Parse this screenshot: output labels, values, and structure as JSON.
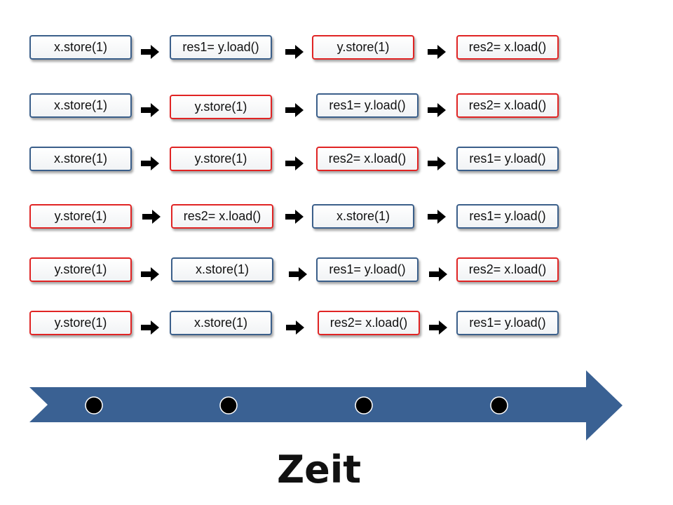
{
  "colors": {
    "red": "#e02424",
    "blue": "#3b5f8a",
    "arrow_band": "#3a6193"
  },
  "rows": [
    {
      "boxes": [
        {
          "label": "x.store(1)",
          "color": "blue"
        },
        {
          "label": "res1= y.load()",
          "color": "blue"
        },
        {
          "label": "y.store(1)",
          "color": "red"
        },
        {
          "label": "res2= x.load()",
          "color": "red"
        }
      ]
    },
    {
      "boxes": [
        {
          "label": "x.store(1)",
          "color": "blue"
        },
        {
          "label": "y.store(1)",
          "color": "red"
        },
        {
          "label": "res1= y.load()",
          "color": "blue"
        },
        {
          "label": "res2= x.load()",
          "color": "red"
        }
      ]
    },
    {
      "boxes": [
        {
          "label": "x.store(1)",
          "color": "blue"
        },
        {
          "label": "y.store(1)",
          "color": "red"
        },
        {
          "label": "res2= x.load()",
          "color": "red"
        },
        {
          "label": "res1= y.load()",
          "color": "blue"
        }
      ]
    },
    {
      "boxes": [
        {
          "label": "y.store(1)",
          "color": "red"
        },
        {
          "label": "res2= x.load()",
          "color": "red"
        },
        {
          "label": "x.store(1)",
          "color": "blue"
        },
        {
          "label": "res1= y.load()",
          "color": "blue"
        }
      ]
    },
    {
      "boxes": [
        {
          "label": "y.store(1)",
          "color": "red"
        },
        {
          "label": "x.store(1)",
          "color": "blue"
        },
        {
          "label": "res1= y.load()",
          "color": "blue"
        },
        {
          "label": "res2= x.load()",
          "color": "red"
        }
      ]
    },
    {
      "boxes": [
        {
          "label": "y.store(1)",
          "color": "red"
        },
        {
          "label": "x.store(1)",
          "color": "blue"
        },
        {
          "label": "res2= x.load()",
          "color": "red"
        },
        {
          "label": "res1= y.load()",
          "color": "blue"
        }
      ]
    }
  ],
  "timeline": {
    "label": "Zeit",
    "markers": 4
  }
}
